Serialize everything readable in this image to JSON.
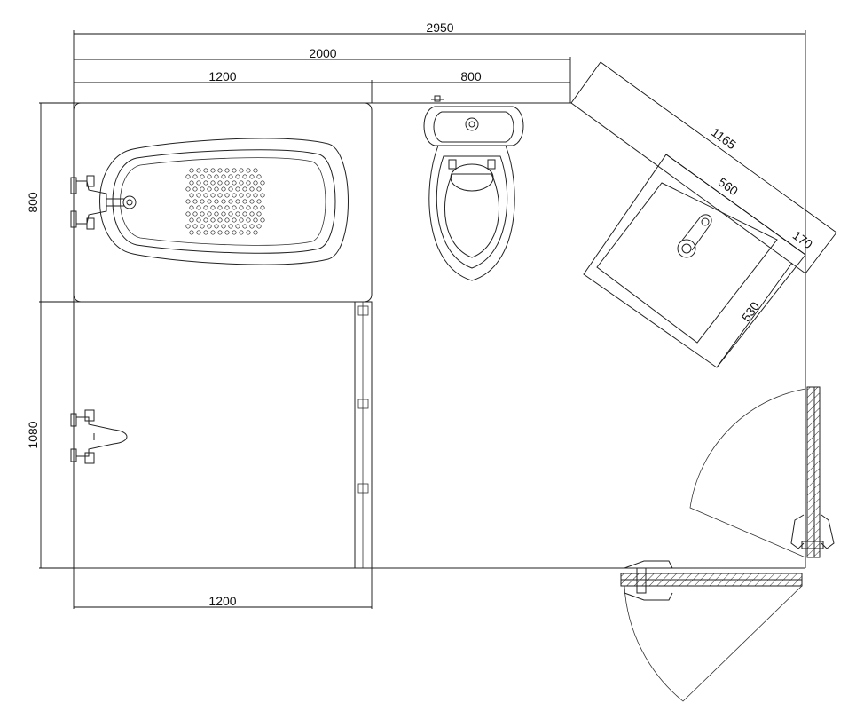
{
  "dimensions": {
    "total_width": "2950",
    "bath_and_toilet_width": "2000",
    "bath_width": "1200",
    "toilet_width": "800",
    "basin_diagonal_length": "1165",
    "basin_width": "560",
    "basin_depth_offset": "170",
    "basin_depth": "530",
    "bath_depth": "800",
    "shower_depth": "1080",
    "shower_width": "1200"
  },
  "fixtures": [
    "bathtub",
    "toilet",
    "corner-basin",
    "shower",
    "entrance-door"
  ]
}
